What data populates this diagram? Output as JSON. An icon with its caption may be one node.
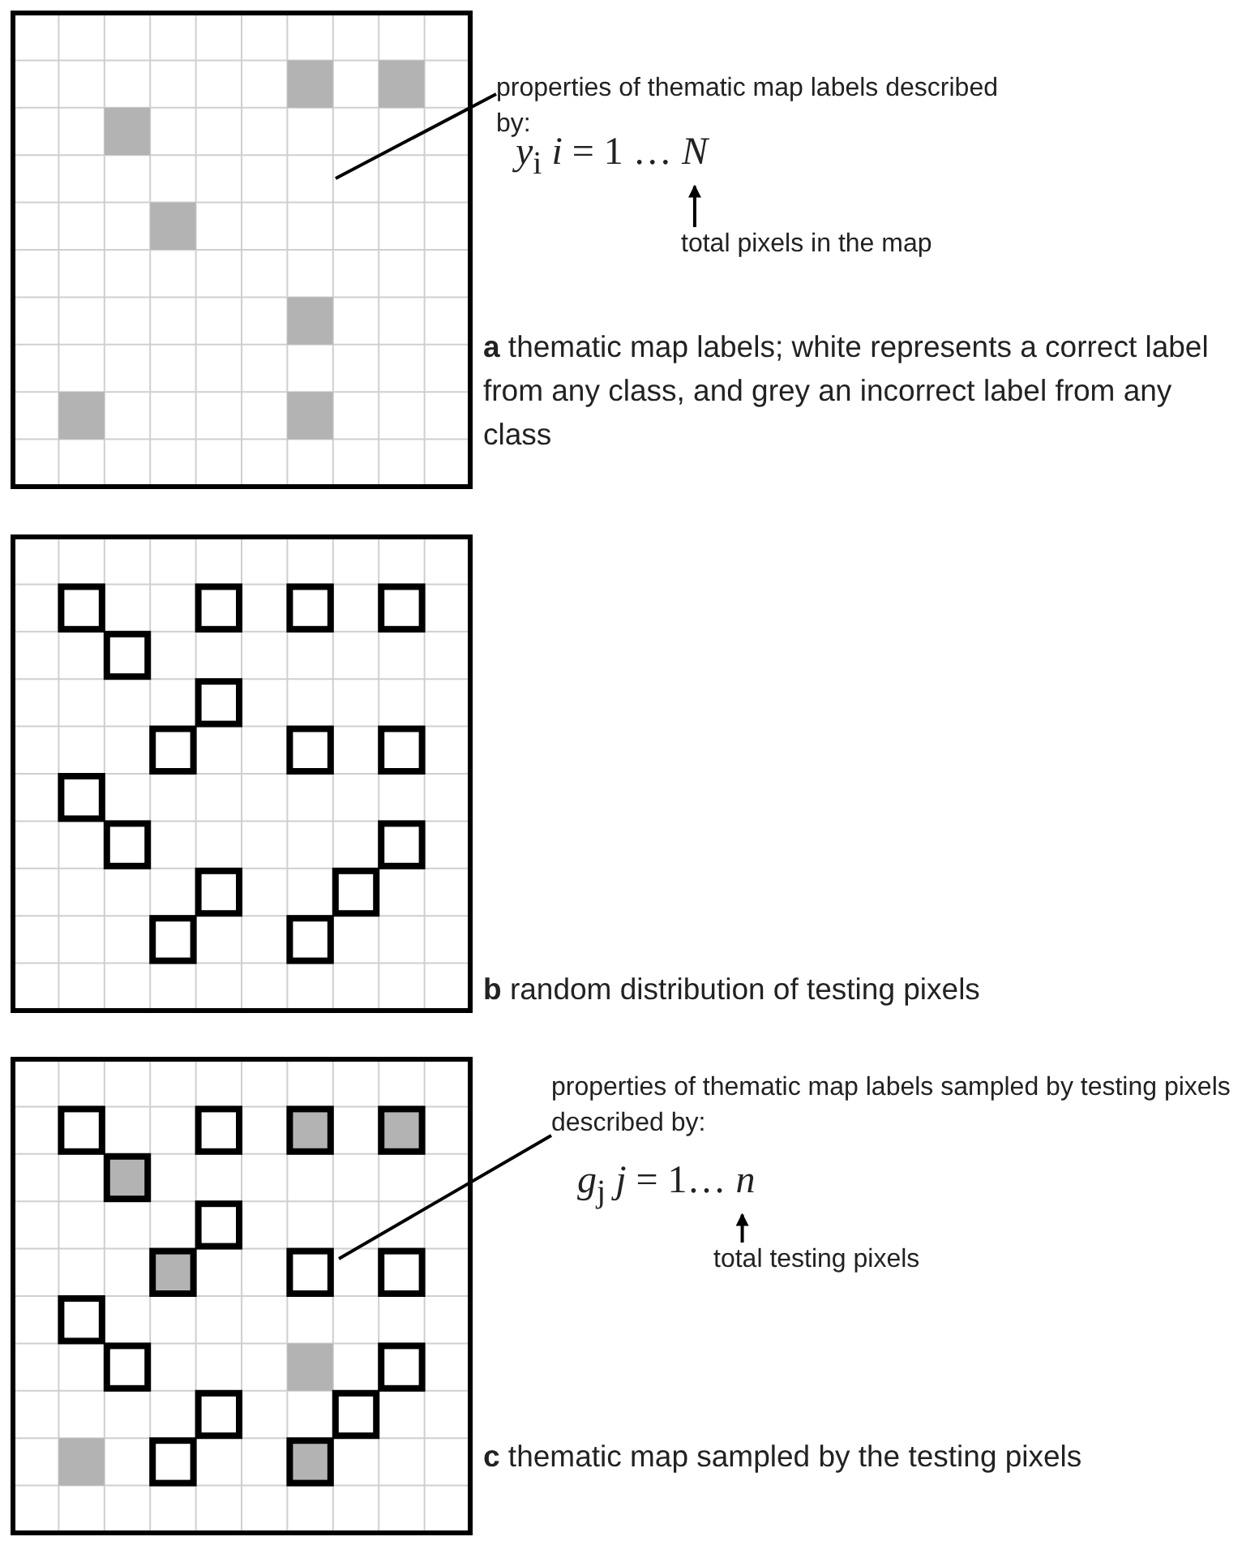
{
  "diagram": {
    "nodes": [
      {
        "text": [
          "properties of thematic map labels described by:"
        ]
      },
      {
        "text": [
          "*y*$_{i}$  *i* = 1 … *N*"
        ]
      },
      {
        "text": [
          "total pixels in the map"
        ]
      },
      {
        "text": [
          "properties of thematic map labels sampled by testing pixels described by:"
        ]
      },
      {
        "text": [
          "*g*$_{j}$  *j* = 1… *n*"
        ]
      },
      {
        "text": [
          "total testing pixels"
        ]
      }
    ],
    "edges": [
      {
        "from": 0,
        "to": null,
        "arrow": "none"
      },
      {
        "from": 2,
        "to": 1,
        "arrow": "to"
      },
      {
        "from": 3,
        "to": null,
        "arrow": "none"
      },
      {
        "from": 5,
        "to": 4,
        "arrow": "to"
      }
    ],
    "labels": [
      "**a** thematic map labels; white represents a correct label from any class, and grey an incorrect label from any class",
      "**b** random distribution of testing pixels",
      "**c** thematic map sampled by the testing pixels"
    ]
  }
}
